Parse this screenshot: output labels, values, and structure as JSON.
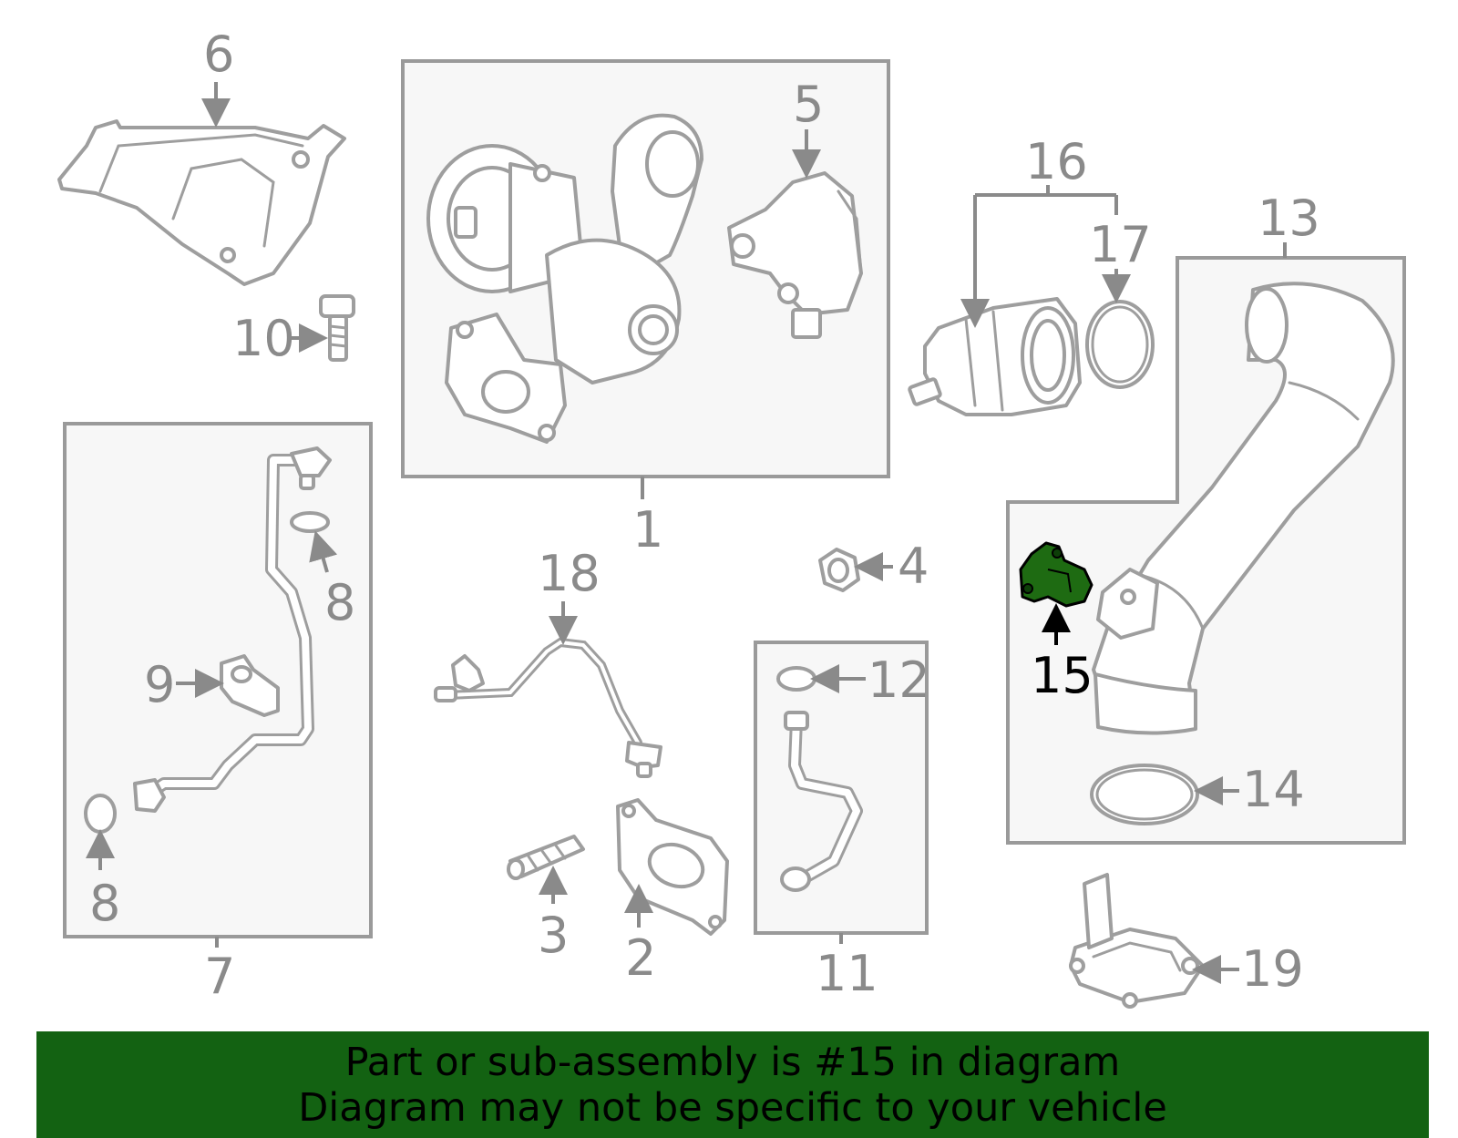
{
  "colors": {
    "part_outline": "#9e9e9e",
    "label": "#8a8a8a",
    "highlight_fill": "#1e6b12",
    "highlight_label": "#000000",
    "banner_bg": "#136212",
    "box_fill": "#f7f7f7"
  },
  "callouts": {
    "c1": "1",
    "c2": "2",
    "c3": "3",
    "c4": "4",
    "c5": "5",
    "c6": "6",
    "c7": "7",
    "c8a": "8",
    "c8b": "8",
    "c9": "9",
    "c10": "10",
    "c11": "11",
    "c12": "12",
    "c13": "13",
    "c14": "14",
    "c15": "15",
    "c16": "16",
    "c17": "17",
    "c18": "18",
    "c19": "19"
  },
  "highlighted_part": "15",
  "banner": {
    "line1": "Part or sub-assembly is #15 in diagram",
    "line2": "Diagram may not be specific to your vehicle"
  }
}
